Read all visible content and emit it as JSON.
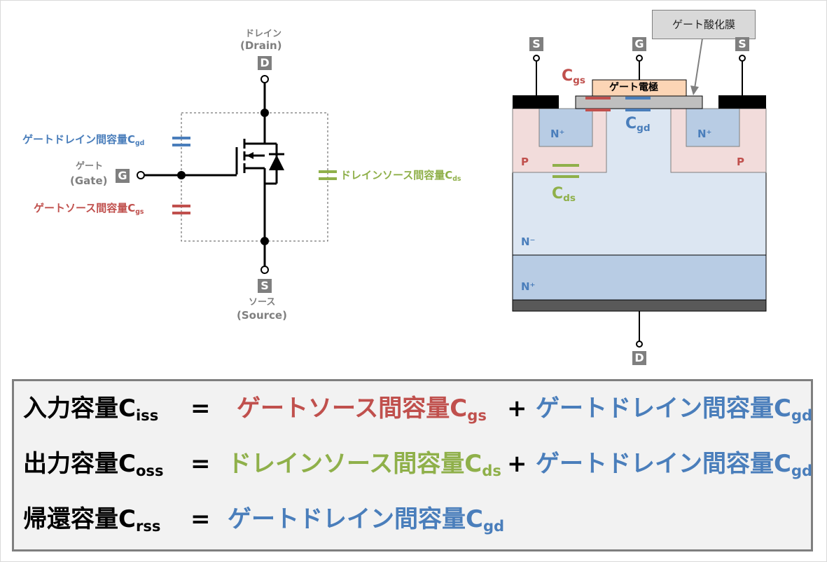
{
  "symbol": {
    "drain_label_jp": "ドレイン",
    "drain_label_en": "(Drain)",
    "drain_badge": "D",
    "gate_label_jp": "ゲート",
    "gate_label_en": "(Gate)",
    "gate_badge": "G",
    "source_badge": "S",
    "source_label_jp": "ソース",
    "source_label_en": "(Source)",
    "cgd_label": "ゲートドレイン間容量",
    "cgd_sub": "gd",
    "cgs_label": "ゲートソース間容量",
    "cgs_sub": "gs",
    "cds_label": "ドレインソース間容量",
    "cds_sub": "ds",
    "cap_letter": "C"
  },
  "cross_section": {
    "gate_oxide_label": "ゲート酸化膜",
    "gate_electrode_label": "ゲート電極",
    "source_badge_left": "S",
    "gate_badge": "G",
    "source_badge_right": "S",
    "drain_badge": "D",
    "n_plus_left": "N⁺",
    "n_plus_right": "N⁺",
    "p_left": "P",
    "p_right": "P",
    "n_minus": "N⁻",
    "n_plus_sub": "N⁺",
    "cgs_letter": "C",
    "cgs_sub": "gs",
    "cgd_letter": "C",
    "cgd_sub": "gd",
    "cds_letter": "C",
    "cds_sub": "ds"
  },
  "formulas": [
    {
      "lhs": "入力容量C",
      "lhs_sub": "iss",
      "eq": "=",
      "term1": "ゲートソース間容量C",
      "term1_sub": "gs",
      "term1_color": "#c0504d",
      "plus": "+",
      "term2": "ゲートドレイン間容量C",
      "term2_sub": "gd",
      "term2_color": "#4a7ebb"
    },
    {
      "lhs": "出力容量C",
      "lhs_sub": "oss",
      "eq": "=",
      "term1": "ドレインソース間容量C",
      "term1_sub": "ds",
      "term1_color": "#8fb04a",
      "plus": "+",
      "term2": "ゲートドレイン間容量C",
      "term2_sub": "gd",
      "term2_color": "#4a7ebb"
    },
    {
      "lhs": "帰還容量C",
      "lhs_sub": "rss",
      "eq": "=",
      "term1": "ゲートドレイン間容量C",
      "term1_sub": "gd",
      "term1_color": "#4a7ebb"
    }
  ],
  "colors": {
    "gs": "#c0504d",
    "gd": "#4a7ebb",
    "ds": "#8fb04a",
    "badge": "#7f7f7f",
    "p_region": "#f2dcdb",
    "n_region": "#dce6f2",
    "n_plus_region": "#b8cce4",
    "gate_electrode": "#fcd5b5",
    "metal": "#000000"
  }
}
